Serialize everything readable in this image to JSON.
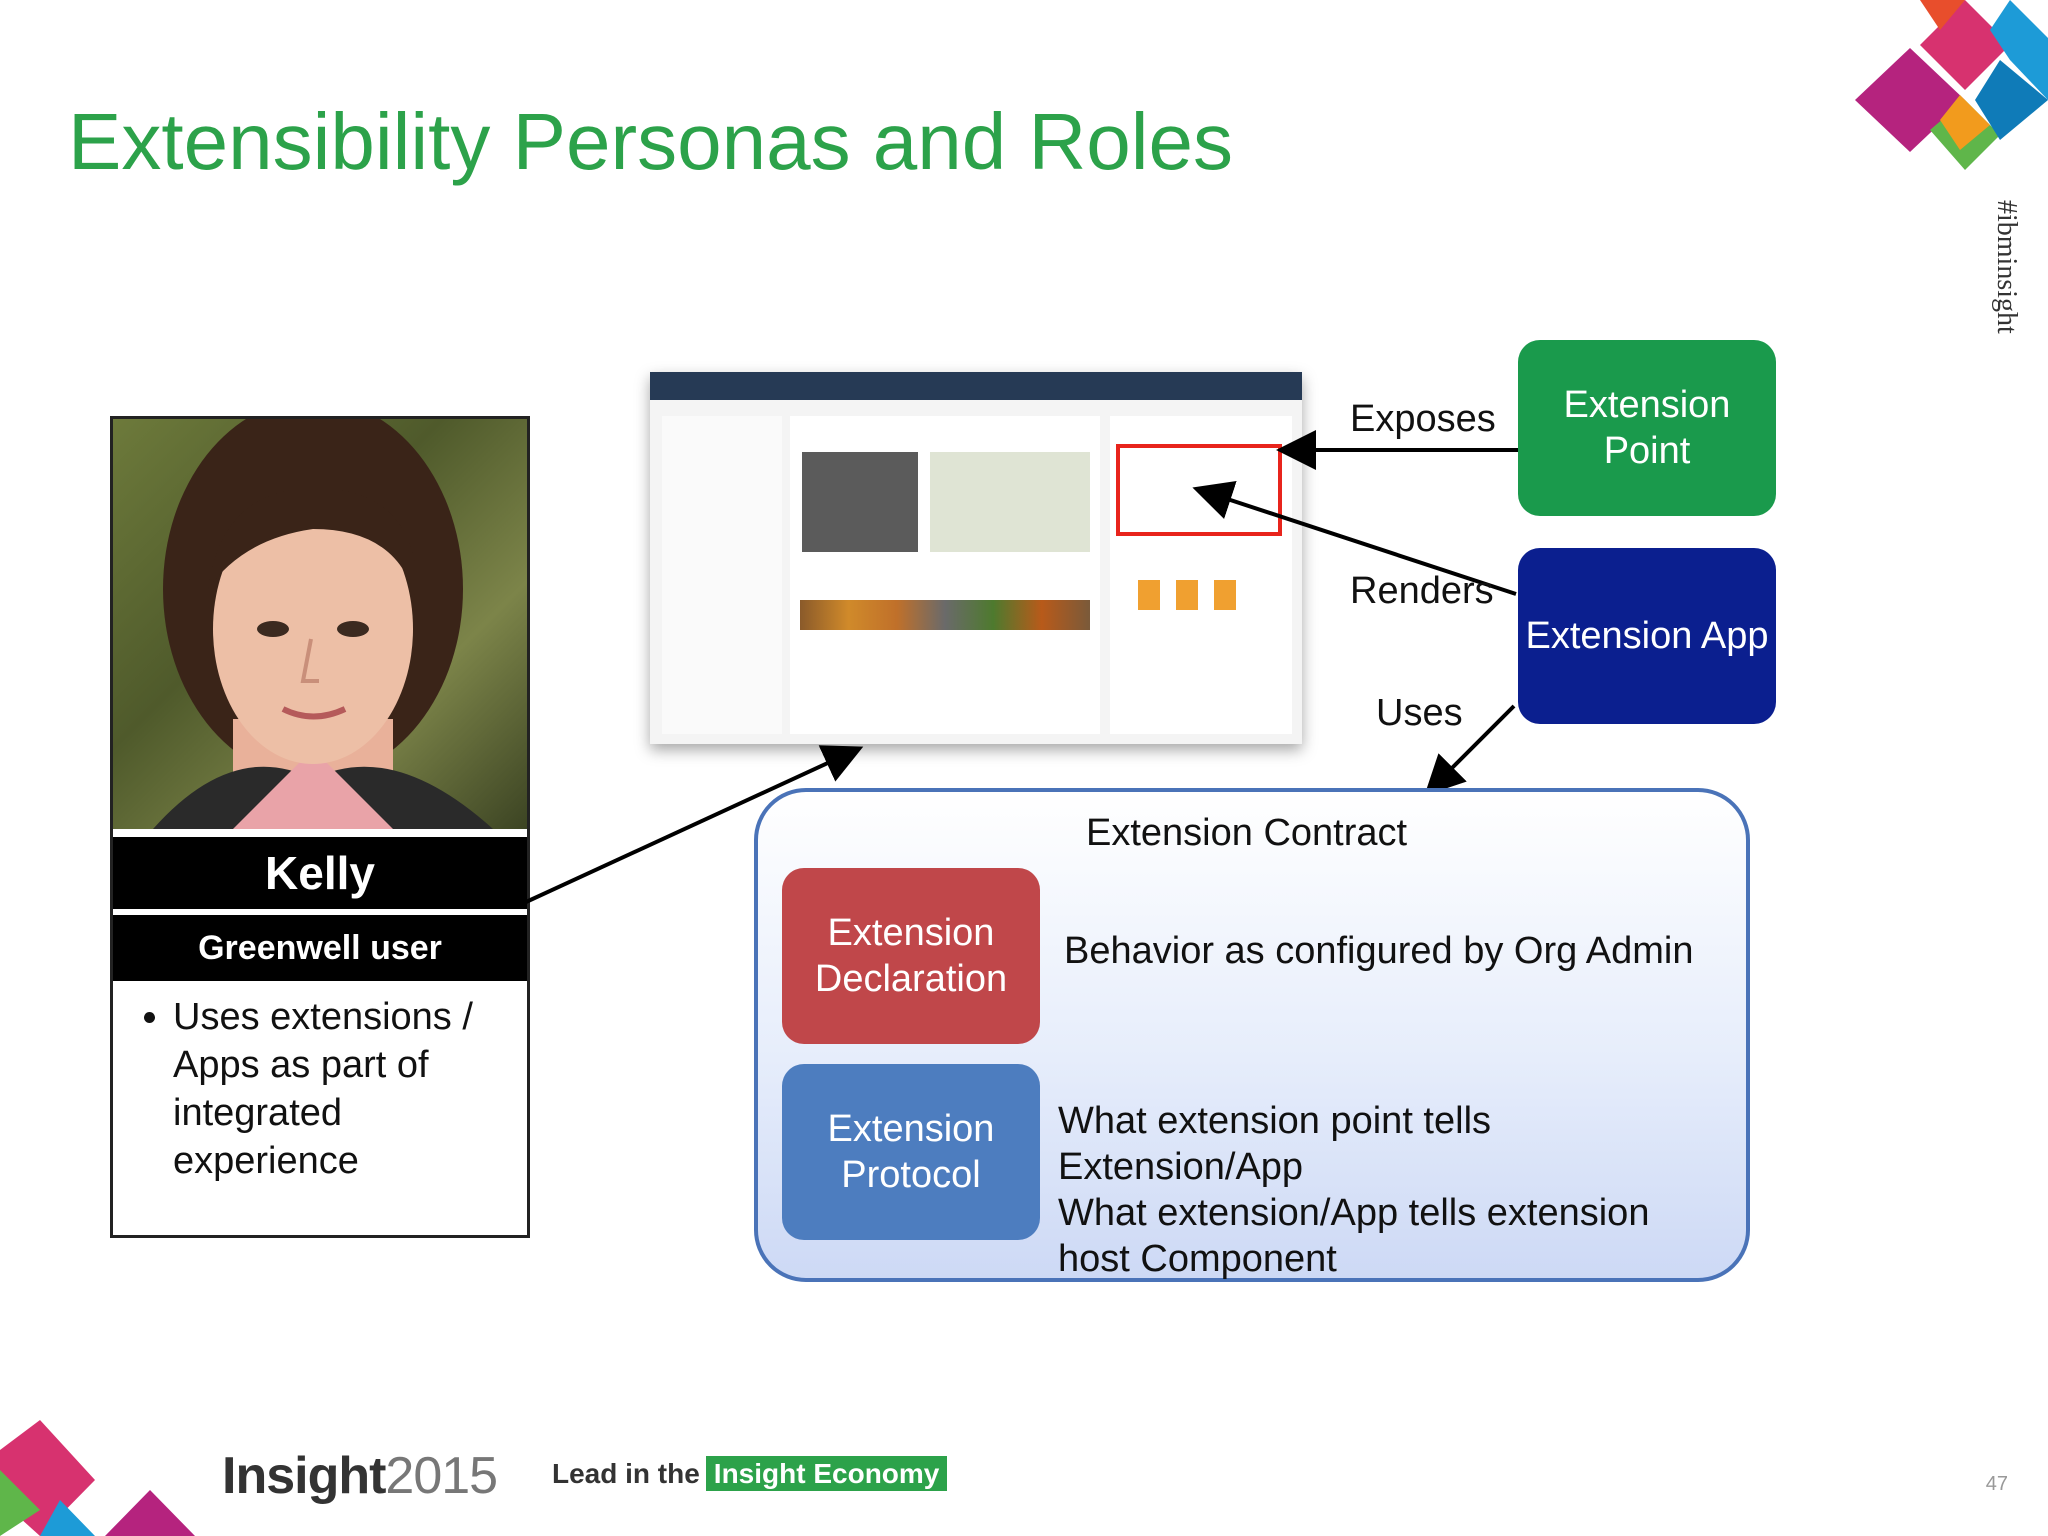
{
  "slide": {
    "title": "Extensibility Personas and Roles",
    "hashtag": "#ibminsight",
    "page_number": "47"
  },
  "persona": {
    "name": "Kelly",
    "role": "Greenwell user",
    "bullets": [
      "Uses extensions / Apps as part of integrated experience"
    ]
  },
  "diagram": {
    "exposes_label": "Exposes",
    "renders_label": "Renders",
    "uses_label": "Uses",
    "extension_point": "Extension Point",
    "extension_app": "Extension App",
    "contract_title": "Extension Contract",
    "declaration_box": "Extension Declaration",
    "declaration_text": "Behavior as configured by Org Admin",
    "protocol_box": "Extension Protocol",
    "protocol_text_lines": [
      "What extension point tells",
      "Extension/App",
      "What extension/App tells extension",
      "host Component"
    ]
  },
  "footer": {
    "logo_word": "Insight",
    "logo_year": "2015",
    "tagline_prefix": "Lead in the",
    "tagline_highlight": "Insight Economy"
  },
  "colors": {
    "title_green": "#2ca24a",
    "extension_point": "#1a9a4c",
    "extension_app": "#0b1f8f",
    "declaration": "#c0474a",
    "protocol": "#4d7dbf",
    "highlight_red": "#e8241c"
  }
}
